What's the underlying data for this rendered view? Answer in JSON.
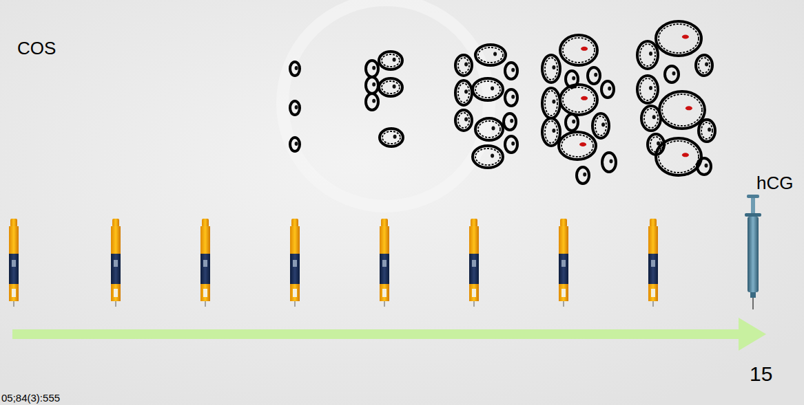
{
  "diagram": {
    "labels": [
      "COS",
      "hCG",
      "15",
      "05;84(3):555"
    ]
  }
}
